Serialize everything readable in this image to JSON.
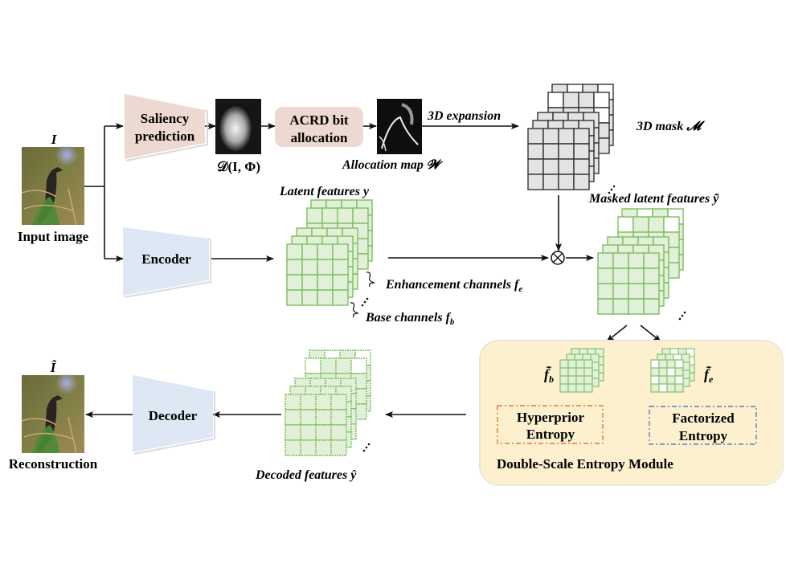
{
  "labels": {
    "input_symbol": "I",
    "input_caption": "Input image",
    "saliency": [
      "Saliency",
      "prediction"
    ],
    "saliency_output": "𝒟(I, Φ)",
    "acrd": [
      "ACRD bit",
      "allocation"
    ],
    "allocation_map": "Allocation map 𝓦",
    "expansion": "3D expansion",
    "mask": "3D mask 𝓜",
    "encoder": "Encoder",
    "latent": "Latent features y",
    "enhancement": "Enhancement channels f",
    "enhancement_sub": "e",
    "base": "Base channels f",
    "base_sub": "b",
    "masked_latent": "Masked latent features ỹ",
    "fb_tilde": "f̃",
    "fb_sub": "b",
    "fe_tilde": "f̃",
    "fe_sub": "e",
    "hyperprior": [
      "Hyperprior",
      "Entropy"
    ],
    "factorized": [
      "Factorized",
      "Entropy"
    ],
    "entropy_module": "Double-Scale Entropy Module",
    "decoded": "Decoded features ŷ",
    "decoder": "Decoder",
    "recon_symbol": "Î",
    "recon_caption": "Reconstruction",
    "multiply_symbol": "⊗"
  },
  "colors": {
    "saliency_fill": "#ecd9d1",
    "acrd_fill": "#ecd9d1",
    "codec_fill": "#dde8f4",
    "grid_green_fill": "#e2efd9",
    "grid_green_stroke": "#7dbf5f",
    "grid_gray_fill": "#e3e3e3",
    "grid_gray_stroke": "#333333",
    "module_fill": "#fdf0cf",
    "hyperprior_border": "#e0773a",
    "factorized_border": "#5a7fb5"
  }
}
